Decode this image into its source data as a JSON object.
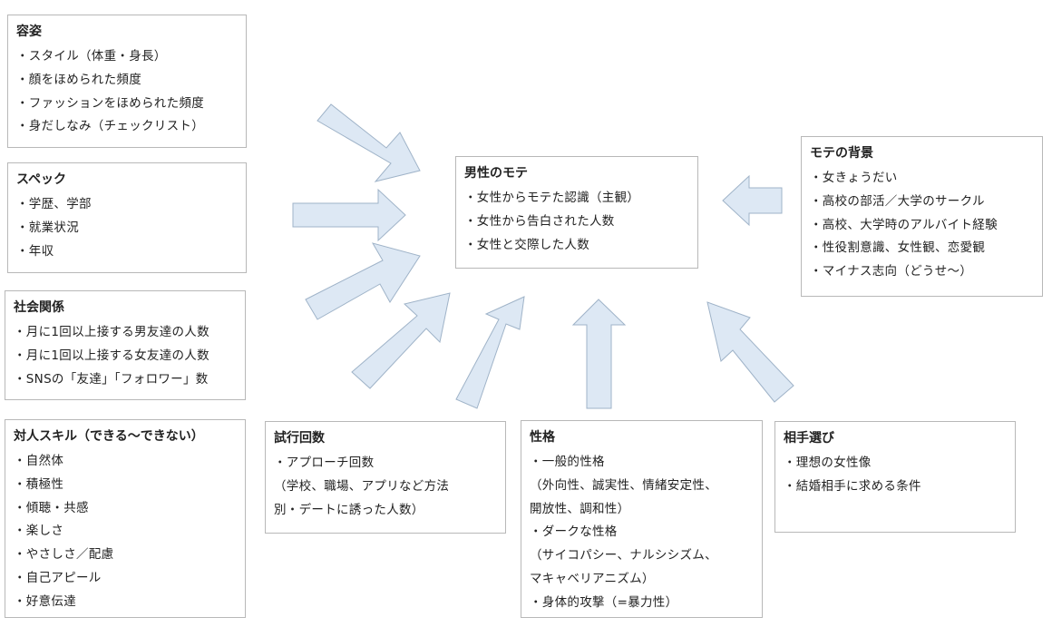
{
  "boxes": {
    "appearance": {
      "title": "容姿",
      "lines": [
        "・スタイル（体重・身長）",
        "・顔をほめられた頻度",
        "・ファッションをほめられた頻度",
        "・身だしなみ（チェックリスト）"
      ]
    },
    "spec": {
      "title": "スペック",
      "lines": [
        "・学歴、学部",
        "・就業状況",
        "・年収"
      ]
    },
    "social": {
      "title": "社会関係",
      "lines": [
        "・月に1回以上接する男友達の人数",
        "・月に1回以上接する女友達の人数",
        "・SNSの「友達」「フォロワー」数"
      ]
    },
    "interpersonal": {
      "title": "対人スキル（できる～できない）",
      "lines": [
        "・自然体",
        "・積極性",
        "・傾聴・共感",
        "・楽しさ",
        "・やさしさ／配慮",
        "・自己アピール",
        "・好意伝達"
      ]
    },
    "attempts": {
      "title": "試行回数",
      "lines": [
        "・アプローチ回数",
        "（学校、職場、アプリなど方法",
        "別・デートに誘った人数）"
      ]
    },
    "personality": {
      "title": "性格",
      "lines": [
        "・一般的性格",
        "（外向性、誠実性、情緒安定性、",
        "開放性、調和性）",
        "・ダークな性格",
        "（サイコパシー、ナルシシズム、",
        "マキャベリアニズム）",
        "・身体的攻撃（=暴力性）"
      ]
    },
    "partner": {
      "title": "相手選び",
      "lines": [
        "・理想の女性像",
        "・結婚相手に求める条件"
      ]
    },
    "center": {
      "title": "男性のモテ",
      "lines": [
        "・女性からモテた認識（主観）",
        "・女性から告白された人数",
        "・女性と交際した人数"
      ]
    },
    "background": {
      "title": "モテの背景",
      "lines": [
        "・女きょうだい",
        "・高校の部活／大学のサークル",
        "・高校、大学時のアルバイト経験",
        "・性役割意識、女性観、恋愛観",
        "・マイナス志向（どうせ～）"
      ]
    }
  },
  "colors": {
    "arrow_fill": "#dde8f4",
    "arrow_stroke": "#9fb3c8",
    "box_border": "#b8b8b8"
  }
}
